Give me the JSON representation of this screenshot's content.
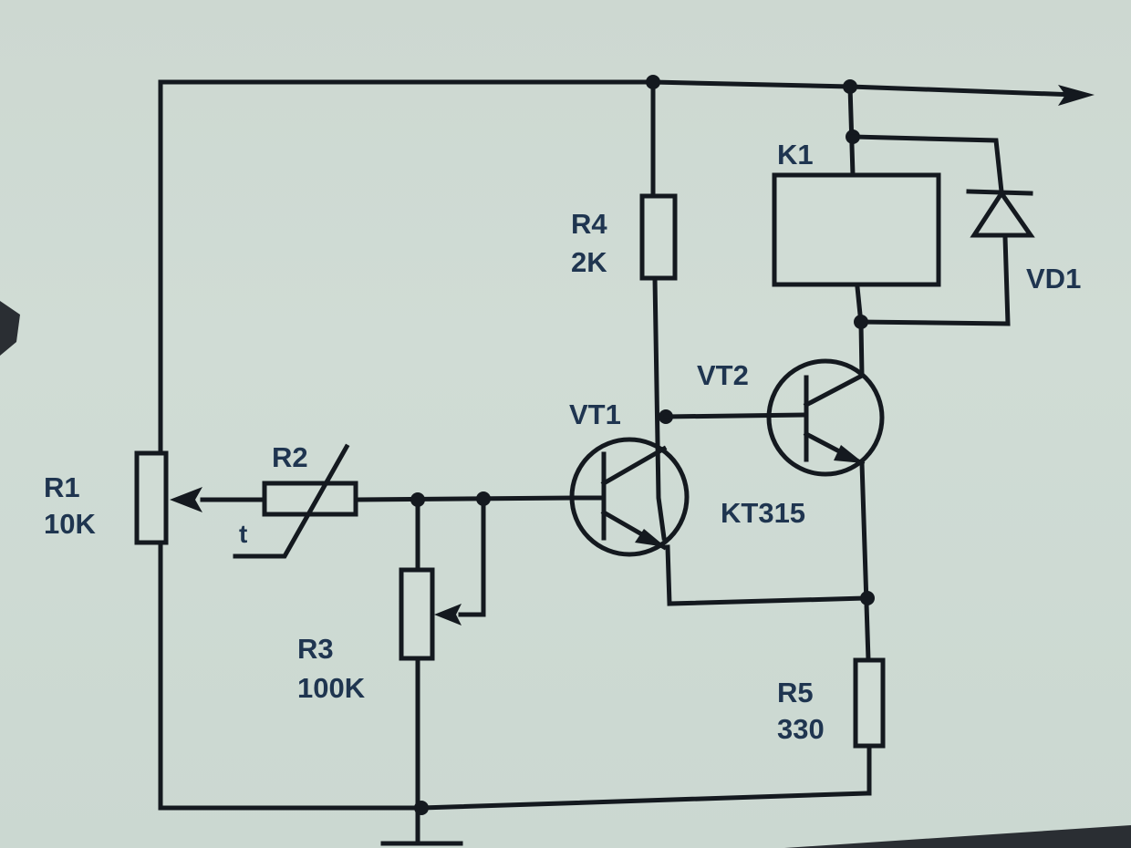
{
  "diagram": {
    "type": "circuit-schematic",
    "components": {
      "R1": {
        "label": "R1",
        "value": "10K",
        "kind": "potentiometer"
      },
      "R2": {
        "label": "R2",
        "value": "",
        "kind": "thermistor",
        "marker": "t"
      },
      "R3": {
        "label": "R3",
        "value": "100K",
        "kind": "trimmer"
      },
      "R4": {
        "label": "R4",
        "value": "2K",
        "kind": "resistor"
      },
      "R5": {
        "label": "R5",
        "value": "330",
        "kind": "resistor"
      },
      "K1": {
        "label": "K1",
        "kind": "relay-coil"
      },
      "VD1": {
        "label": "VD1",
        "kind": "diode"
      },
      "VT1": {
        "label": "VT1",
        "kind": "npn-transistor"
      },
      "VT2": {
        "label": "VT2",
        "kind": "npn-transistor"
      },
      "transistor_type": "KT315"
    }
  }
}
